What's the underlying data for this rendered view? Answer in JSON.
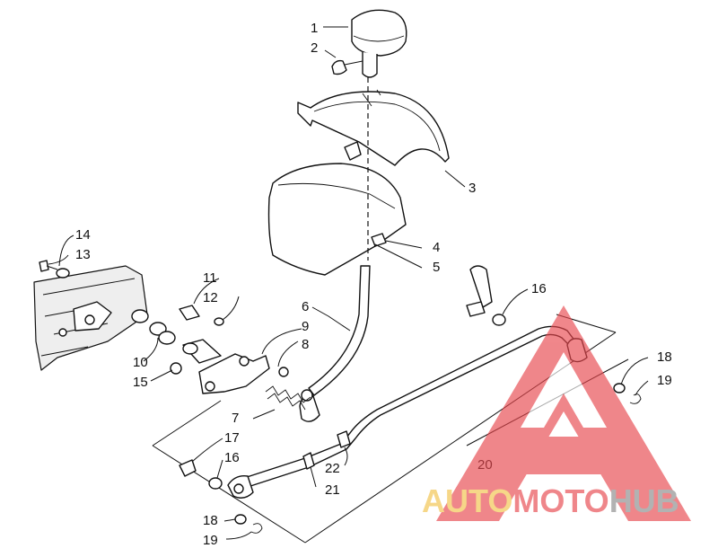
{
  "diagram": {
    "callouts": {
      "c1": "1",
      "c2": "2",
      "c3": "3",
      "c4": "4",
      "c5": "5",
      "c6": "6",
      "c7": "7",
      "c8": "8",
      "c9": "9",
      "c10": "10",
      "c11": "11",
      "c12": "12",
      "c13": "13",
      "c14": "14",
      "c15": "15",
      "c16a": "16",
      "c16b": "16",
      "c17": "17",
      "c18a": "18",
      "c19a": "19",
      "c18b": "18",
      "c19b": "19",
      "c20": "20",
      "c21": "21",
      "c22": "22"
    }
  },
  "watermark": {
    "word_part1": "AUTO",
    "word_part2": "MOTO",
    "word_part3": "HUB",
    "colors": {
      "triangle": "#e8474d",
      "auto": "#f2c24a",
      "moto": "#e8474d",
      "hub": "#8a8a8a"
    }
  }
}
